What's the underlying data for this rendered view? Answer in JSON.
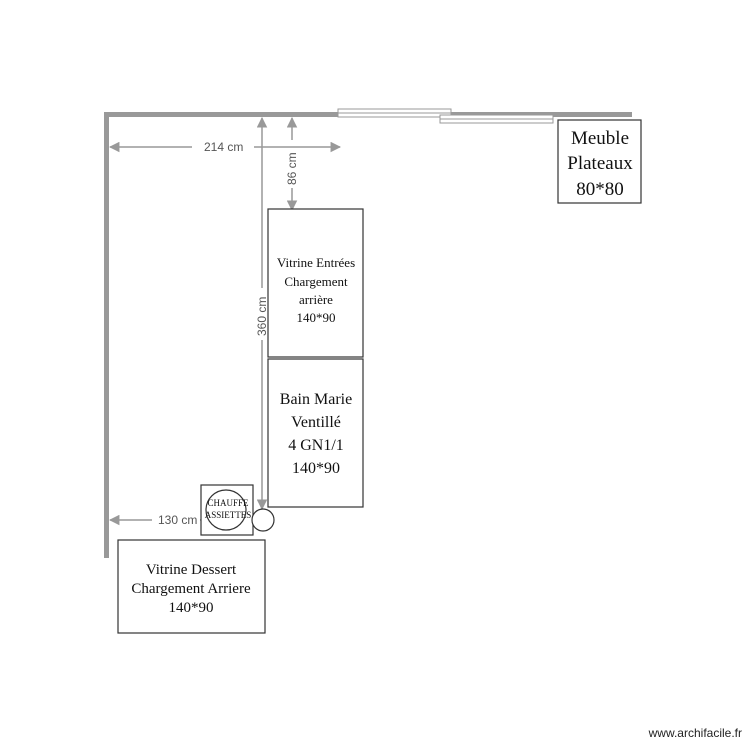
{
  "dimensions": {
    "d214": "214 cm",
    "d86": "86 cm",
    "d360": "360 cm",
    "d130": "130 cm"
  },
  "furniture": {
    "meuble_plateaux": [
      "Meuble",
      "Plateaux",
      "80*80"
    ],
    "vitrine_entrees": [
      "Vitrine Entrées",
      "Chargement",
      "arrière",
      "140*90"
    ],
    "bain_marie": [
      "Bain Marie",
      "Ventillé",
      "4 GN1/1",
      "140*90"
    ],
    "chauffe_assiettes": [
      "CHAUFFE",
      "ASSIETTES"
    ],
    "vitrine_dessert": [
      "Vitrine Dessert",
      "Chargement Arriere",
      "140*90"
    ]
  },
  "footer": "www.archifacile.fr"
}
